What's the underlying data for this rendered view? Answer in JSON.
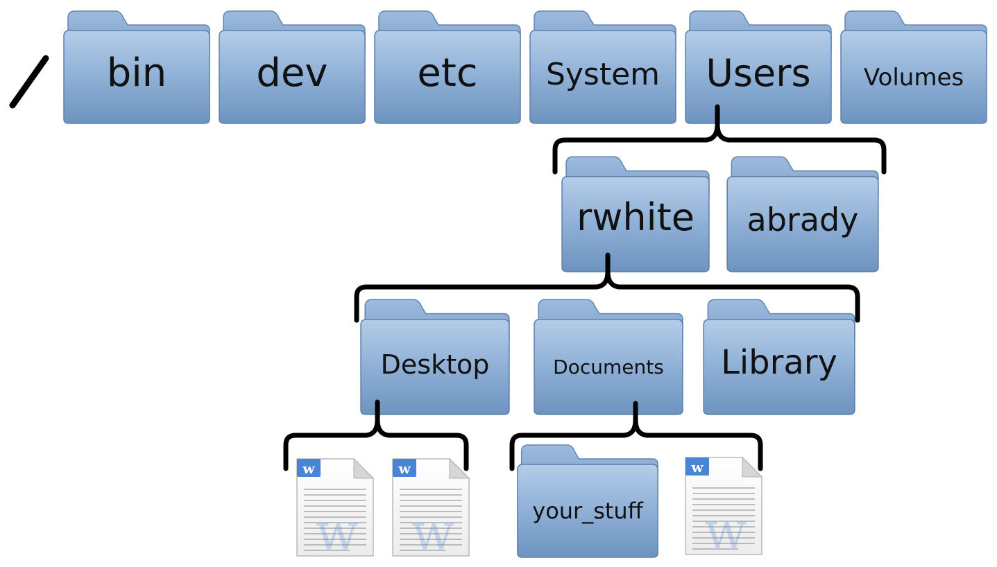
{
  "root": {
    "label": "/"
  },
  "top_level_folders": [
    {
      "id": "bin",
      "label": "bin"
    },
    {
      "id": "dev",
      "label": "dev"
    },
    {
      "id": "etc",
      "label": "etc"
    },
    {
      "id": "system",
      "label": "System"
    },
    {
      "id": "users",
      "label": "Users"
    },
    {
      "id": "volumes",
      "label": "Volumes"
    }
  ],
  "users_children": [
    {
      "id": "rwhite",
      "label": "rwhite"
    },
    {
      "id": "abrady",
      "label": "abrady"
    }
  ],
  "rwhite_children": [
    {
      "id": "desktop",
      "label": "Desktop"
    },
    {
      "id": "documents",
      "label": "Documents"
    },
    {
      "id": "library",
      "label": "Library"
    }
  ],
  "desktop_children": [
    {
      "type": "document",
      "icon": "word-document-icon"
    },
    {
      "type": "document",
      "icon": "word-document-icon"
    }
  ],
  "documents_children": [
    {
      "type": "folder",
      "id": "your-stuff",
      "label": "your_stuff"
    },
    {
      "type": "document",
      "icon": "word-document-icon"
    }
  ],
  "colors": {
    "folder_top": "#a9c4e2",
    "folder_bottom": "#6f95c0",
    "folder_edge": "#5a7fab",
    "bracket": "#000000",
    "doc_badge": "#4a84d6"
  }
}
